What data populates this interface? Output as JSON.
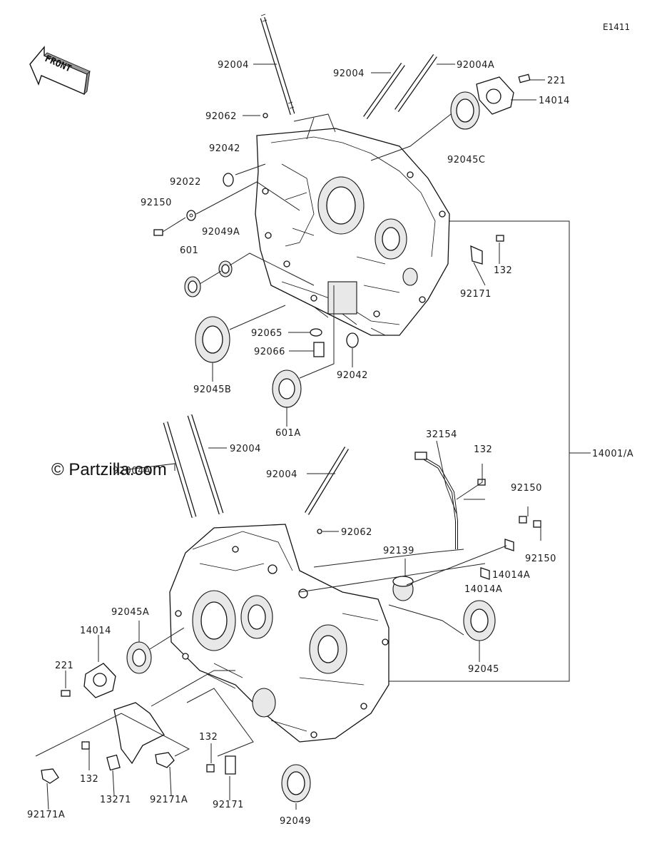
{
  "diagram": {
    "code": "E1411",
    "front_label": "FRONT",
    "watermark": "© Partzilla.com",
    "callouts": [
      {
        "id": "c01",
        "text": "92004"
      },
      {
        "id": "c02",
        "text": "92004"
      },
      {
        "id": "c03",
        "text": "92004A"
      },
      {
        "id": "c04",
        "text": "221"
      },
      {
        "id": "c05",
        "text": "14014"
      },
      {
        "id": "c06",
        "text": "92062"
      },
      {
        "id": "c07",
        "text": "92045C"
      },
      {
        "id": "c08",
        "text": "92042"
      },
      {
        "id": "c09",
        "text": "92022"
      },
      {
        "id": "c10",
        "text": "92150"
      },
      {
        "id": "c11",
        "text": "92049A"
      },
      {
        "id": "c12",
        "text": "601"
      },
      {
        "id": "c13",
        "text": "132"
      },
      {
        "id": "c14",
        "text": "92171"
      },
      {
        "id": "c15",
        "text": "92065"
      },
      {
        "id": "c16",
        "text": "92066"
      },
      {
        "id": "c17",
        "text": "92042"
      },
      {
        "id": "c18",
        "text": "92045B"
      },
      {
        "id": "c19",
        "text": "601A"
      },
      {
        "id": "c20",
        "text": "32154"
      },
      {
        "id": "c21",
        "text": "132"
      },
      {
        "id": "c22",
        "text": "14001/A"
      },
      {
        "id": "c23",
        "text": "92004"
      },
      {
        "id": "c24",
        "text": "92004A"
      },
      {
        "id": "c25",
        "text": "92004"
      },
      {
        "id": "c26",
        "text": "92150"
      },
      {
        "id": "c27",
        "text": "92062"
      },
      {
        "id": "c28",
        "text": "92139"
      },
      {
        "id": "c29",
        "text": "92150"
      },
      {
        "id": "c30",
        "text": "14014A"
      },
      {
        "id": "c31",
        "text": "14014A"
      },
      {
        "id": "c32",
        "text": "92045A"
      },
      {
        "id": "c33",
        "text": "14014"
      },
      {
        "id": "c34",
        "text": "92045"
      },
      {
        "id": "c35",
        "text": "221"
      },
      {
        "id": "c36",
        "text": "132"
      },
      {
        "id": "c37",
        "text": "132"
      },
      {
        "id": "c38",
        "text": "13271"
      },
      {
        "id": "c39",
        "text": "92171A"
      },
      {
        "id": "c40",
        "text": "92171"
      },
      {
        "id": "c41",
        "text": "92049"
      },
      {
        "id": "c42",
        "text": "92171A"
      }
    ]
  }
}
